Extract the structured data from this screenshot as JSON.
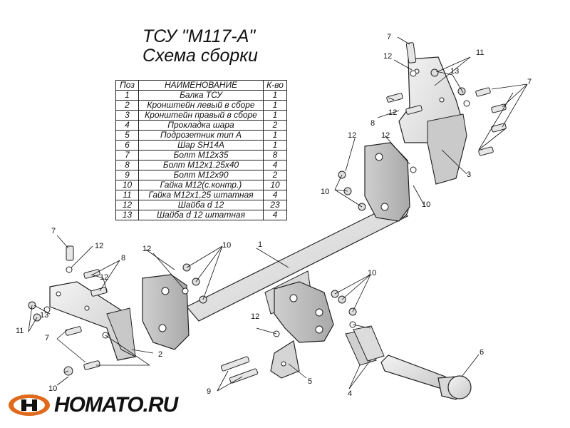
{
  "title": {
    "line1": "ТСУ \"M117-A\"",
    "line2": "Схема сборки"
  },
  "table": {
    "headers": [
      "Поз",
      "НАИМЕНОВАНИЕ",
      "К-во"
    ],
    "rows": [
      [
        "1",
        "Балка ТСУ",
        "1"
      ],
      [
        "2",
        "Кронштейн левый в сборе",
        "1"
      ],
      [
        "3",
        "Кронштейн правый в сборе",
        "1"
      ],
      [
        "4",
        "Прокладка шара",
        "2"
      ],
      [
        "5",
        "Подрозетник тип А",
        "1"
      ],
      [
        "6",
        "Шар SH14A",
        "1"
      ],
      [
        "7",
        "Болт М12х35",
        "8"
      ],
      [
        "8",
        "Болт М12х1.25х40",
        "4"
      ],
      [
        "9",
        "Болт М12х90",
        "2"
      ],
      [
        "10",
        "Гайка М12(с.контр.)",
        "10"
      ],
      [
        "11",
        "Гайка М12х1,25 штатная",
        "4"
      ],
      [
        "12",
        "Шайба d 12",
        "23"
      ],
      [
        "13",
        "Шайба d 12 штатная",
        "4"
      ]
    ]
  },
  "callouts": [
    "7",
    "12",
    "11",
    "13",
    "7",
    "12",
    "8",
    "12",
    "3",
    "12",
    "10",
    "10",
    "7",
    "12",
    "8",
    "12",
    "10",
    "13",
    "11",
    "7",
    "12",
    "10",
    "1",
    "12",
    "2",
    "10",
    "5",
    "9",
    "4",
    "6"
  ],
  "logo": {
    "text": "HOMATO.RU",
    "accent_color": "#e0691c"
  }
}
